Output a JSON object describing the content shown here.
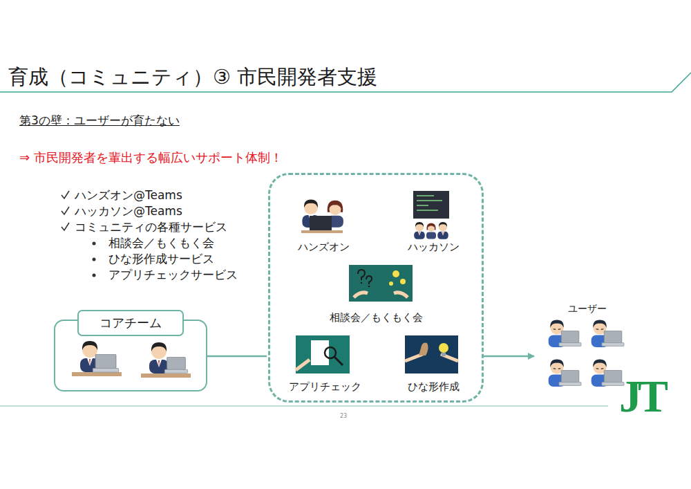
{
  "diagram": {
    "title": "育成（コミュニティ）③ 市民開発者支援",
    "nodes": [
      {
        "text": [
          "コアチーム"
        ]
      },
      {
        "text": []
      },
      {
        "text": [
          "ハンズオン"
        ],
        "in": 1
      },
      {
        "text": [
          "ハッカソン"
        ],
        "in": 1
      },
      {
        "text": [
          "相談会／もくもく会"
        ],
        "in": 1
      },
      {
        "text": [
          "アプリチェック"
        ],
        "in": 1
      },
      {
        "text": [
          "ひな形作成"
        ],
        "in": 1
      },
      {
        "text": [
          "ユーザー"
        ]
      }
    ],
    "edges": [
      {
        "from": 0,
        "to": 1,
        "arrow": "none"
      },
      {
        "from": 1,
        "to": 7,
        "arrow": "to"
      }
    ],
    "labels": [
      "第3の壁：ユーザーが育たない",
      "⇒ 市民開発者を輩出する幅広いサポート体制！",
      "ハンズオン@Teams",
      "ハッカソン@Teams",
      "コミュニティの各種サービス",
      "相談会／もくもく会",
      "ひな形作成サービス",
      "アプリチェックサービス",
      "23",
      "JT"
    ]
  }
}
